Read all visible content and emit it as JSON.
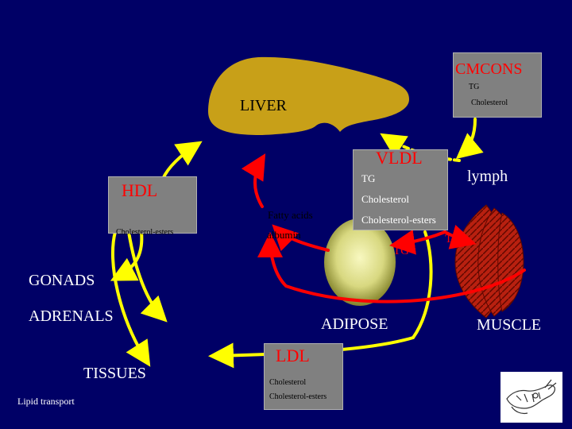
{
  "nodes": {
    "cmcons": {
      "title": "CMCONS",
      "items": [
        "TG",
        "Cholesterol"
      ]
    },
    "liver": {
      "label": "LIVER"
    },
    "vldl": {
      "title": "VLDL",
      "items": [
        "TG",
        "Cholesterol",
        "Cholesterol-esters"
      ]
    },
    "hdl": {
      "title": "HDL",
      "items": [
        "Cholesterol-esters"
      ]
    },
    "ldl": {
      "title": "LDL",
      "items": [
        "Cholesterol",
        "Cholesterol-esters"
      ]
    },
    "lymph": {
      "label": "lymph"
    },
    "fatty_acids": {
      "label": "Fatty acids"
    },
    "albumin": {
      "label": "albumin"
    },
    "adipose": {
      "label": "ADIPOSE",
      "inner": "TG"
    },
    "muscle": {
      "label": "MUSCLE",
      "inner": "TG"
    },
    "gonads": {
      "label": "GONADS"
    },
    "adrenals": {
      "label": "ADRENALS"
    },
    "tissues": {
      "label": "TISSUES"
    }
  },
  "footer": {
    "caption": "Lipid transport"
  },
  "colors": {
    "background": "#000066",
    "liver": "#c8a018",
    "box": "#808080",
    "title_red": "#ff0000",
    "arrow_yellow": "#ffff00",
    "arrow_red": "#ff0000",
    "muscle": "#b82010",
    "adipose_center": "#f8f8c0",
    "adipose_edge": "#808020"
  },
  "icons": {
    "corner": "hand-sketch-icon"
  }
}
